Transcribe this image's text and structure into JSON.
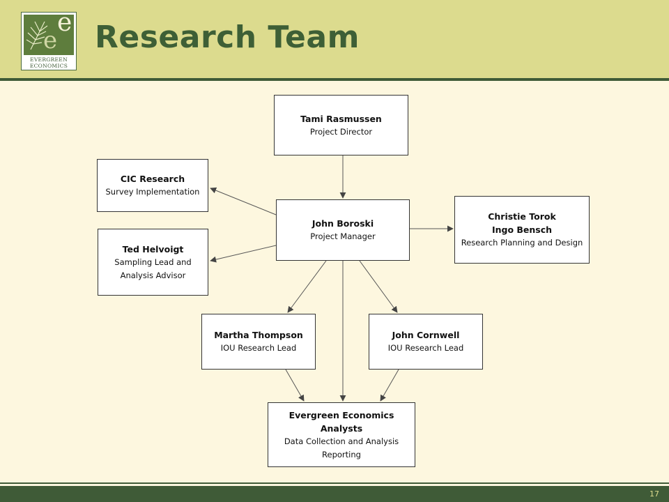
{
  "slide": {
    "title": "Research Team",
    "page_number": "17"
  },
  "logo": {
    "letter": "e",
    "line1": "EVERGREEN",
    "line2": "ECONOMICS"
  },
  "org_chart": {
    "tami": {
      "name": "Tami Rasmussen",
      "role": "Project Director"
    },
    "cic": {
      "name": "CIC Research",
      "role": "Survey Implementation"
    },
    "ted": {
      "name": "Ted Helvoigt",
      "role1": "Sampling Lead and",
      "role2": "Analysis Advisor"
    },
    "john_b": {
      "name": "John Boroski",
      "role": "Project Manager"
    },
    "christie": {
      "name1": "Christie Torok",
      "name2": "Ingo Bensch",
      "role": "Research Planning and Design"
    },
    "martha": {
      "name": "Martha Thompson",
      "role": "IOU Research Lead"
    },
    "john_c": {
      "name": "John Cornwell",
      "role": "IOU Research Lead"
    },
    "analysts": {
      "name1": "Evergreen Economics",
      "name2": "Analysts",
      "role1": "Data Collection and Analysis",
      "role2": "Reporting"
    }
  },
  "colors": {
    "header_bg": "#dcdb8e",
    "title_green": "#3e5f36",
    "slide_bg": "#fdf7df",
    "footer": "#3f5b37"
  }
}
